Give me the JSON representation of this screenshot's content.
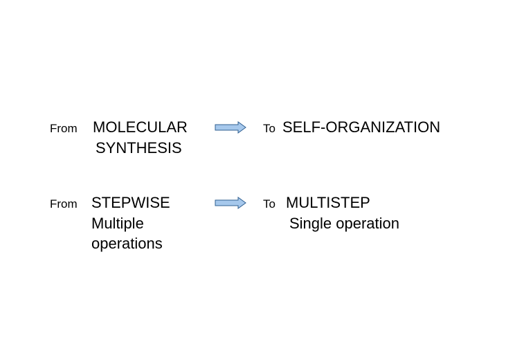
{
  "rows": [
    {
      "from_label": "From",
      "from_lines": [
        "MOLECULAR",
        "SYNTHESIS"
      ],
      "to_label": "To",
      "to_lines": [
        "SELF-ORGANIZATION"
      ]
    },
    {
      "from_label": "From",
      "from_lines": [
        "STEPWISE",
        "Multiple",
        "operations"
      ],
      "to_label": "To",
      "to_lines": [
        "MULTISTEP",
        "Single operation"
      ]
    }
  ],
  "colors": {
    "text": "#000000",
    "arrow_fill": "#a6c8ec",
    "arrow_stroke": "#2f5f91"
  },
  "icons": {
    "arrow": "right-arrow-icon"
  }
}
